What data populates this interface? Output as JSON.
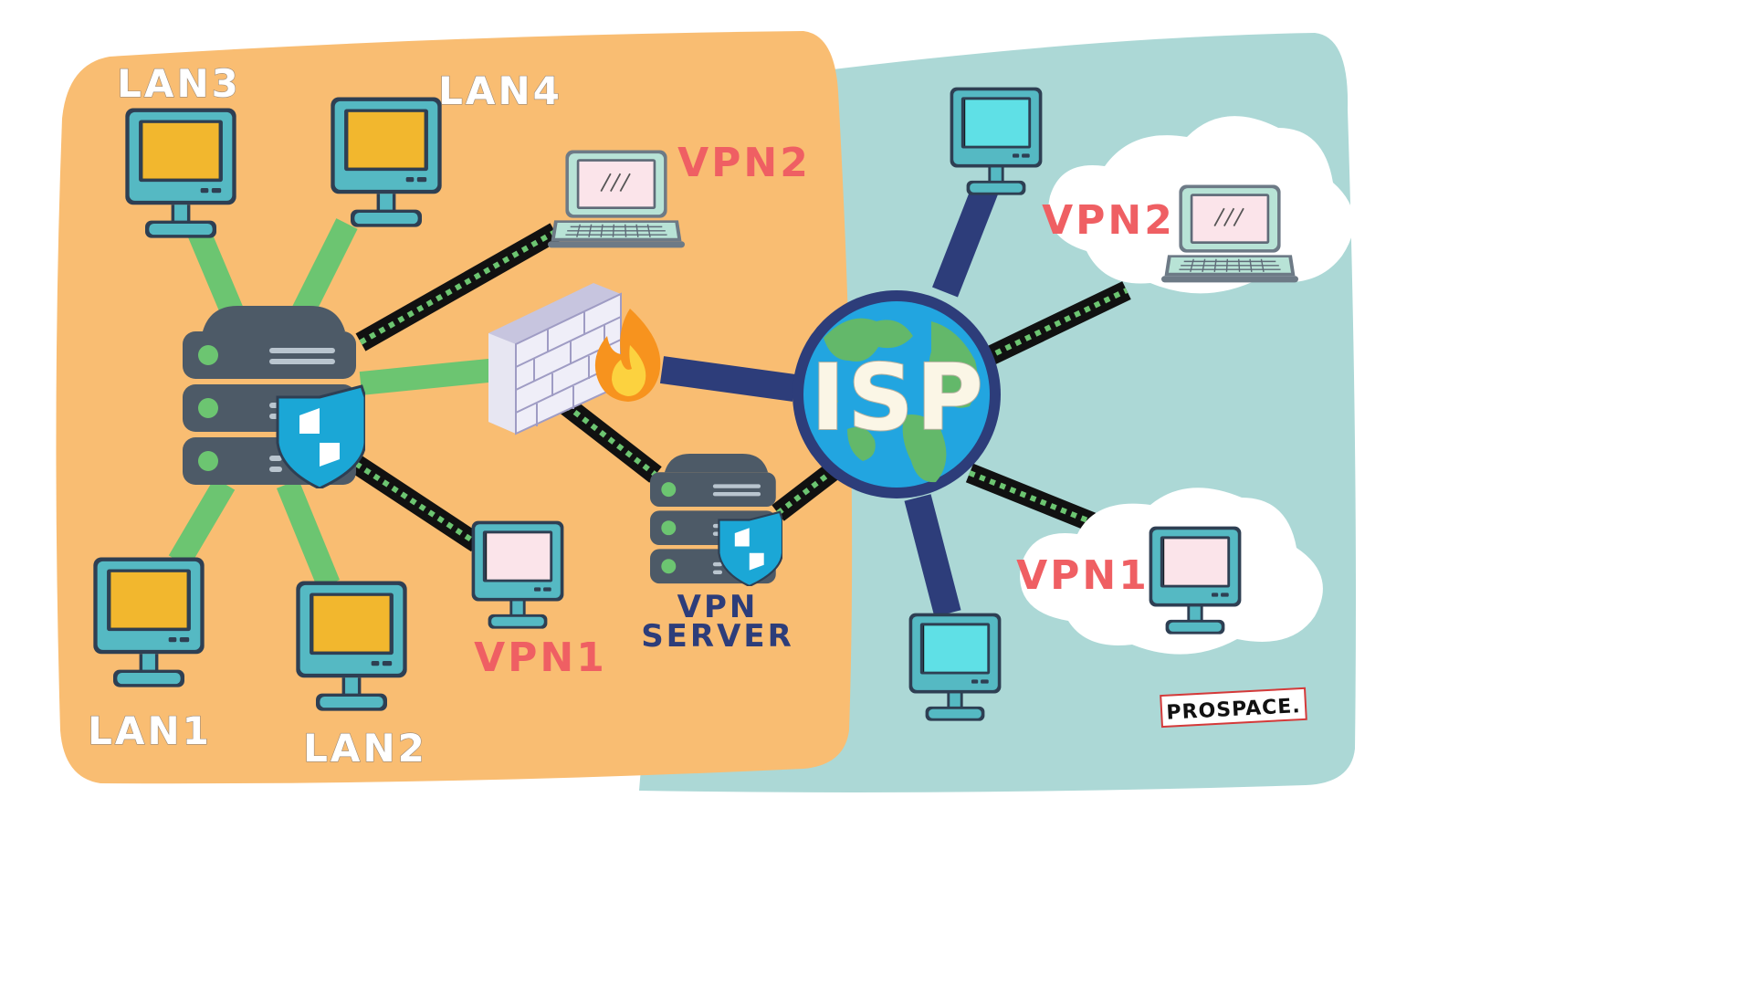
{
  "labels": {
    "lan1": "LAN1",
    "lan2": "LAN2",
    "lan3": "LAN3",
    "lan4": "LAN4",
    "vpn2_left": "VPN2",
    "vpn1_left": "VPN1",
    "vpn_server_line1": "VPN",
    "vpn_server_line2": "SERVER",
    "isp": "ISP",
    "vpn2_right": "VPN2",
    "vpn1_right": "VPN1",
    "brand": "PROSPACE."
  },
  "colors": {
    "lan_zone": "#f9bd72",
    "internet_zone": "#acd8d6",
    "lan_link": "#6cc571",
    "isp_link": "#2d3d7a",
    "vpn_tunnel": "#111111",
    "vpn_tunnel_dash": "#6cc571",
    "vpn_label": "#ef5f63",
    "server_label": "#2d3d7a"
  },
  "icons": [
    "desktop-monitor-icon",
    "laptop-icon",
    "server-rack-icon",
    "shield-icon",
    "firewall-icon",
    "fire-icon",
    "globe-icon",
    "cloud-icon"
  ]
}
